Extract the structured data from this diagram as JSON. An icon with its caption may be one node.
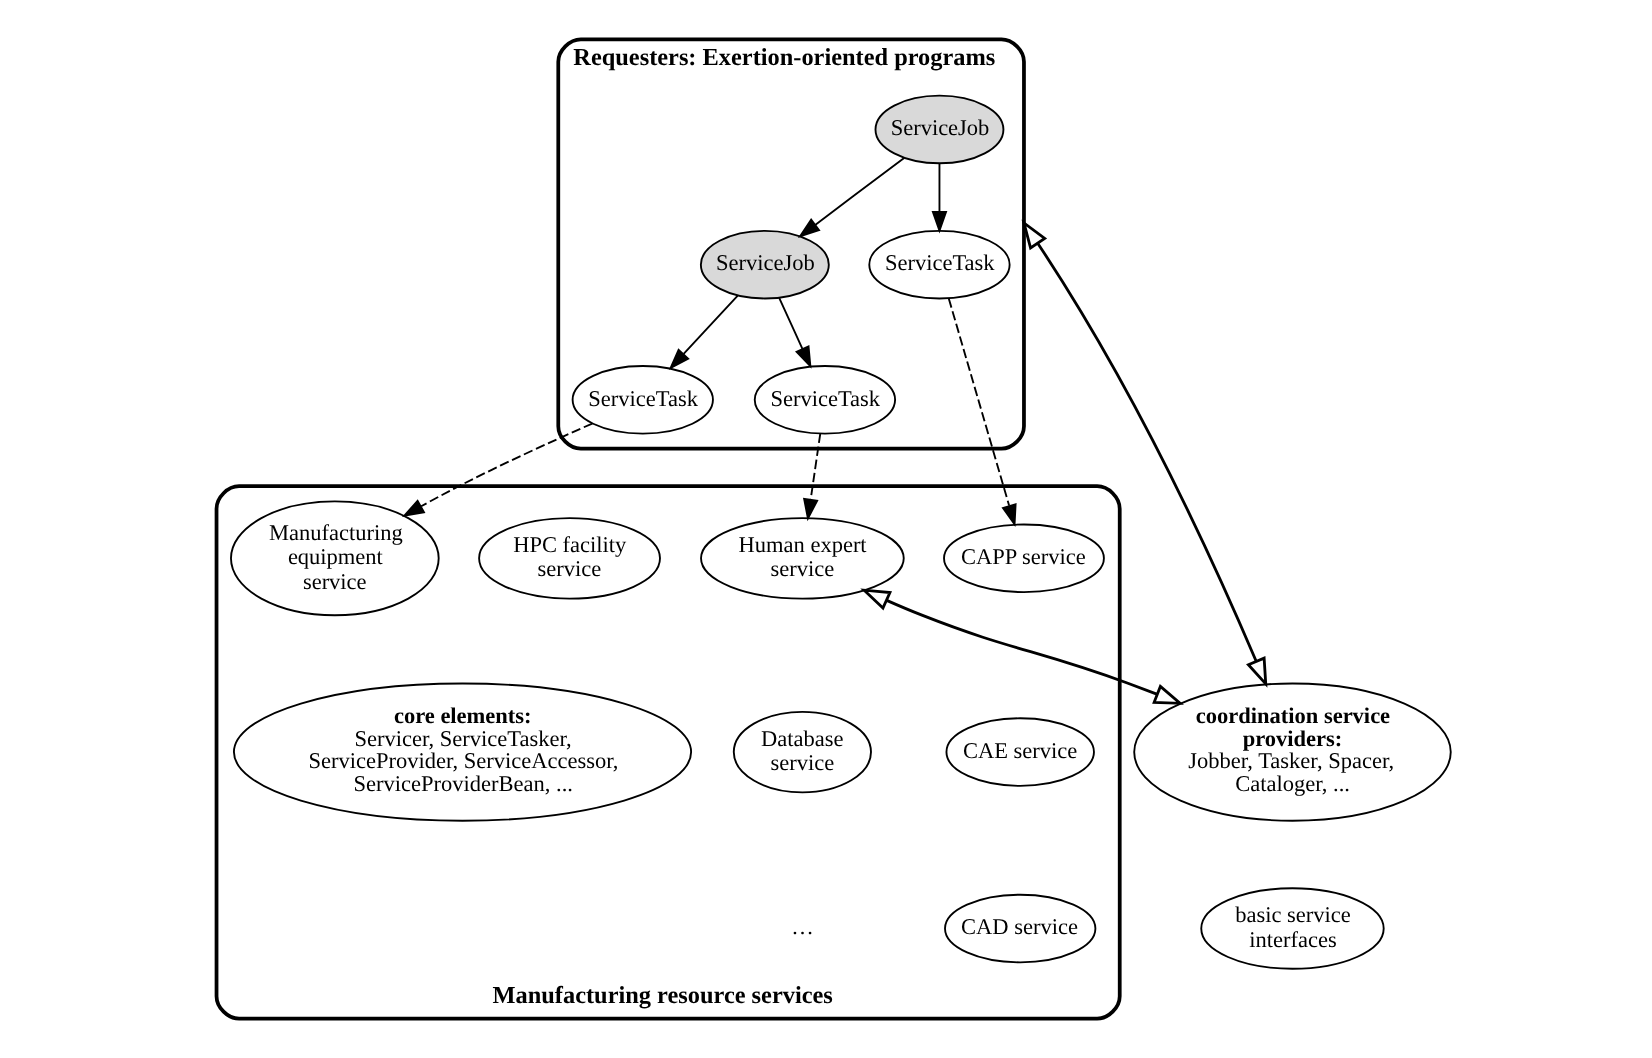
{
  "diagram": {
    "nodes": [
      {
        "text": [
          "Requesters: Exertion-oriented programs"
        ]
      },
      {
        "text": [
          "ServiceJob"
        ],
        "in": 0
      },
      {
        "text": [
          "ServiceJob"
        ],
        "in": 0
      },
      {
        "text": [
          "ServiceTask"
        ],
        "in": 0
      },
      {
        "text": [
          "ServiceTask"
        ],
        "in": 0
      },
      {
        "text": [
          "ServiceTask"
        ],
        "in": 0
      },
      {
        "text": [
          "Manufacturing resource services"
        ]
      },
      {
        "text": [
          "CAPP service"
        ],
        "in": 6
      },
      {
        "text": [
          "HPC facility service"
        ],
        "in": 6
      },
      {
        "text": [
          "Manufacturing equipment service"
        ],
        "in": 6
      },
      {
        "text": [
          "Human expert service"
        ],
        "in": 6
      },
      {
        "text": [
          "CAE service"
        ],
        "in": 6
      },
      {
        "text": [
          "core elements:",
          "Servicer, ServiceTasker, ServiceProvider, ServiceAccessor, ServiceProviderBean, ..."
        ],
        "in": 6
      },
      {
        "text": [
          "CAD service"
        ],
        "in": 6
      },
      {
        "text": [
          "Database service"
        ],
        "in": 6
      },
      {
        "text": [
          "basic service interfaces"
        ]
      },
      {
        "text": [
          "coordination service providers:",
          "Jobber, Tasker, Spacer, Cataloger, ..."
        ]
      }
    ],
    "edges": [
      {
        "from": 1,
        "to": 2,
        "arrow": "to"
      },
      {
        "from": 1,
        "to": 4,
        "arrow": "to"
      },
      {
        "from": 2,
        "to": 3,
        "arrow": "to"
      },
      {
        "from": 2,
        "to": 5,
        "arrow": "to"
      },
      {
        "from": 4,
        "to": 7,
        "arrow": "to",
        "style": "dashed"
      },
      {
        "from": 3,
        "to": 9,
        "arrow": "to",
        "style": "dashed"
      },
      {
        "from": 5,
        "to": 10,
        "arrow": "to",
        "style": "dashed"
      },
      {
        "from": 0,
        "to": 16,
        "arrow": "both"
      },
      {
        "from": 10,
        "to": 16,
        "arrow": "both"
      }
    ],
    "labels": [
      "…"
    ]
  }
}
